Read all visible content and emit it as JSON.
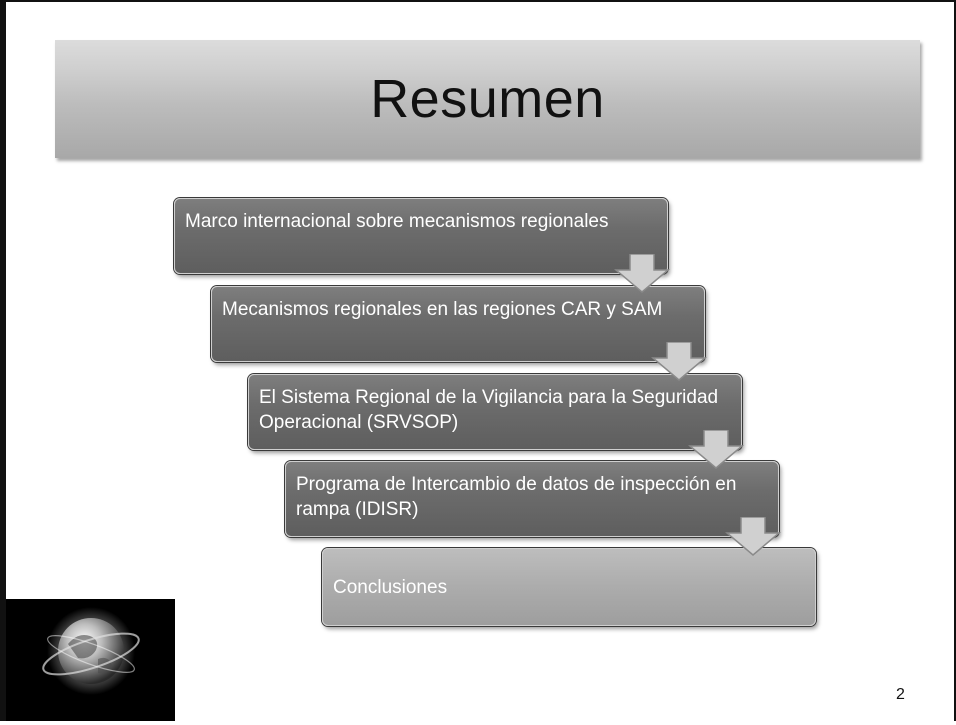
{
  "slide": {
    "title": "Resumen",
    "page_number": "2"
  },
  "process": {
    "steps": [
      {
        "label": "Marco internacional sobre mecanismos regionales"
      },
      {
        "label": "Mecanismos regionales en las regiones CAR y SAM"
      },
      {
        "label": "El Sistema Regional de la Vigilancia para la Seguridad Operacional (SRVSOP)"
      },
      {
        "label": "Programa de Intercambio de datos de inspección en rampa (IDISR)"
      },
      {
        "label": "Conclusiones"
      }
    ]
  },
  "icons": {
    "logo": "globe-logo-icon",
    "connector": "down-arrow-icon"
  }
}
